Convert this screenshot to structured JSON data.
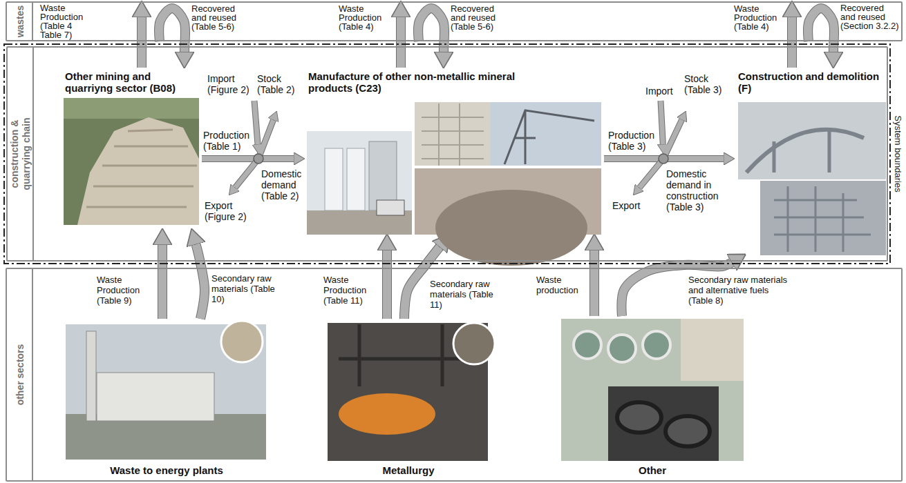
{
  "diagram": {
    "nodes": [
      {
        "text": [
          "wastes"
        ]
      },
      {
        "text": [
          "System boundaries"
        ]
      },
      {
        "text": [
          "construction & quarrying chain"
        ],
        "in": 1
      },
      {
        "text": [
          "Other mining and quarriyng sector (B08)"
        ],
        "in": 2
      },
      {
        "text": [
          "Manufacture of other non-metallic mineral products (C23)"
        ],
        "in": 2
      },
      {
        "text": [
          "Construction and demolition (F)"
        ],
        "in": 2
      },
      {
        "text": [
          "other sectors"
        ]
      },
      {
        "text": [
          "Waste to energy plants"
        ],
        "in": 6
      },
      {
        "text": [
          "Metallurgy"
        ],
        "in": 6
      },
      {
        "text": [
          "Other"
        ],
        "in": 6
      }
    ],
    "edges": [
      {
        "from": 3,
        "to": 4,
        "arrow": "to"
      },
      {
        "from": 4,
        "to": 5,
        "arrow": "to"
      },
      {
        "from": 3,
        "to": 0,
        "arrow": "to",
        "label": "Waste Production (Table 4 Table 7)"
      },
      {
        "from": 0,
        "to": 3,
        "arrow": "to",
        "label": "Recovered and reused (Table 5-6)"
      },
      {
        "from": 4,
        "to": 0,
        "arrow": "to",
        "label": "Waste Production (Table 4)"
      },
      {
        "from": 0,
        "to": 4,
        "arrow": "to",
        "label": "Recovered and reused (Table 5-6)"
      },
      {
        "from": 5,
        "to": 0,
        "arrow": "to",
        "label": "Waste Production (Table 4)"
      },
      {
        "from": 0,
        "to": 5,
        "arrow": "to",
        "label": "Recovered and reused (Section 3.2.2)"
      },
      {
        "from": 7,
        "to": 3,
        "arrow": "to",
        "label": "Waste Production (Table 9)"
      },
      {
        "from": 7,
        "to": 3,
        "arrow": "to",
        "label": "Secondary raw materials (Table 10)"
      },
      {
        "from": 8,
        "to": 4,
        "arrow": "to",
        "label": "Waste Production (Table 11)"
      },
      {
        "from": 8,
        "to": 4,
        "arrow": "to",
        "label": "Secondary raw materials (Table 11)"
      },
      {
        "from": 9,
        "to": 4,
        "arrow": "to",
        "label": "Waste production"
      },
      {
        "from": 9,
        "to": 5,
        "arrow": "to",
        "label": "Secondary raw materials and alternative fuels (Table 8)"
      }
    ],
    "labels": [
      "Import (Figure 2)",
      "Stock (Table 2)",
      "Production (Table 1)",
      "Domestic demand (Table 2)",
      "Export (Figure 2)",
      "Import",
      "Stock (Table 3)",
      "Production (Table 3)",
      "Domestic demand in construction (Table 3)",
      "Export"
    ]
  }
}
